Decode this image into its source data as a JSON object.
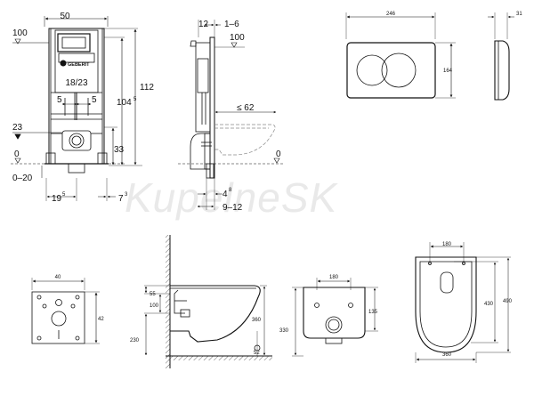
{
  "watermark": "KupelneSK",
  "brand_mark": "GEBERIT",
  "frame_front": {
    "width": "50",
    "height_112": "112",
    "height_104": "104",
    "height_104_sup": "5",
    "height_33": "33",
    "outlet_range": "18/23",
    "left_5": "5",
    "right_5": "5",
    "left_100": "100",
    "level_23": "23",
    "level_0": "0",
    "floor_range": "0–20",
    "bottom_19": "19",
    "bottom_19_sup": "5",
    "bottom_7": "7",
    "bottom_7_sup": "3"
  },
  "frame_side": {
    "top_12": "12",
    "top_range": "1–6",
    "right_100": "100",
    "reach": "≤ 62",
    "level_0": "0",
    "bottom_4": "4",
    "bottom_4_sup": "8",
    "bottom_range": "9–12"
  },
  "plate_front": {
    "width": "246",
    "height": "164"
  },
  "plate_side": {
    "depth": "31"
  },
  "cutout": {
    "width": "40",
    "height": "42"
  },
  "bowl_side": {
    "d55": "55",
    "d100": "100",
    "d230": "230",
    "d360": "360",
    "d52": "52"
  },
  "bowl_back": {
    "d180": "180",
    "d135": "135",
    "d330": "330"
  },
  "bowl_top": {
    "d180": "180",
    "d430": "430",
    "d490": "490",
    "d360": "360"
  }
}
